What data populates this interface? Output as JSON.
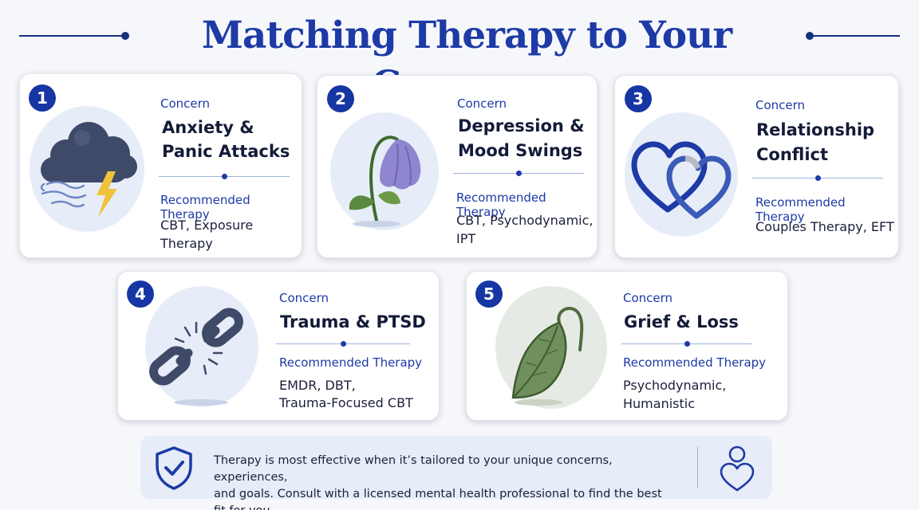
{
  "title": "Matching Therapy to Your Concerns",
  "colors": {
    "accent": "#1d3aa6",
    "badge": "#1636a4",
    "card_background": "#ffffff",
    "icon_background": "#e7edf8",
    "footer_background": "#e6ecf8"
  },
  "concern_label": "Concern",
  "recommended_label": "Recommended Therapy",
  "cards": [
    {
      "number": "1",
      "concern": "Anxiety & Panic Attacks",
      "concern_line1": "Anxiety &",
      "concern_line2": "Panic Attacks",
      "icon": "storm-cloud-icon",
      "therapy": "CBT, Exposure Therapy",
      "therapy_line1": "CBT, Exposure Therapy",
      "therapy_line2": ""
    },
    {
      "number": "2",
      "concern": "Depression & Mood Swings",
      "concern_line1": "Depression &",
      "concern_line2": "Mood Swings",
      "icon": "wilted-flower-icon",
      "therapy": "CBT, Psychodynamic, IPT",
      "therapy_line1": "CBT, Psychodynamic,",
      "therapy_line2": "IPT"
    },
    {
      "number": "3",
      "concern": "Relationship Conflict",
      "concern_line1": "Relationship",
      "concern_line2": "Conflict",
      "icon": "linked-hearts-icon",
      "therapy": "Couples Therapy, EFT",
      "therapy_line1": "Couples Therapy, EFT",
      "therapy_line2": ""
    },
    {
      "number": "4",
      "concern": "Trauma & PTSD",
      "concern_line1": "Trauma & PTSD",
      "concern_line2": "",
      "icon": "broken-chain-icon",
      "therapy": "EMDR, DBT, Trauma-Focused CBT",
      "therapy_line1": "EMDR, DBT,",
      "therapy_line2": "Trauma-Focused CBT"
    },
    {
      "number": "5",
      "concern": "Grief & Loss",
      "concern_line1": "Grief & Loss",
      "concern_line2": "",
      "icon": "withered-leaf-icon",
      "therapy": "Psychodynamic, Humanistic",
      "therapy_line1": "Psychodynamic,",
      "therapy_line2": "Humanistic"
    }
  ],
  "footer": {
    "text": "Therapy is most effective when it’s tailored to your unique concerns, experiences, and goals. Consult with a licensed mental health professional to find the best fit for you.",
    "text_line1": "Therapy is most effective when it’s tailored to your unique concerns, experiences,",
    "text_line2": "and goals. Consult with a licensed mental health professional to find the best fit for you.",
    "left_icon": "shield-check-icon",
    "right_icon": "person-heart-icon"
  }
}
